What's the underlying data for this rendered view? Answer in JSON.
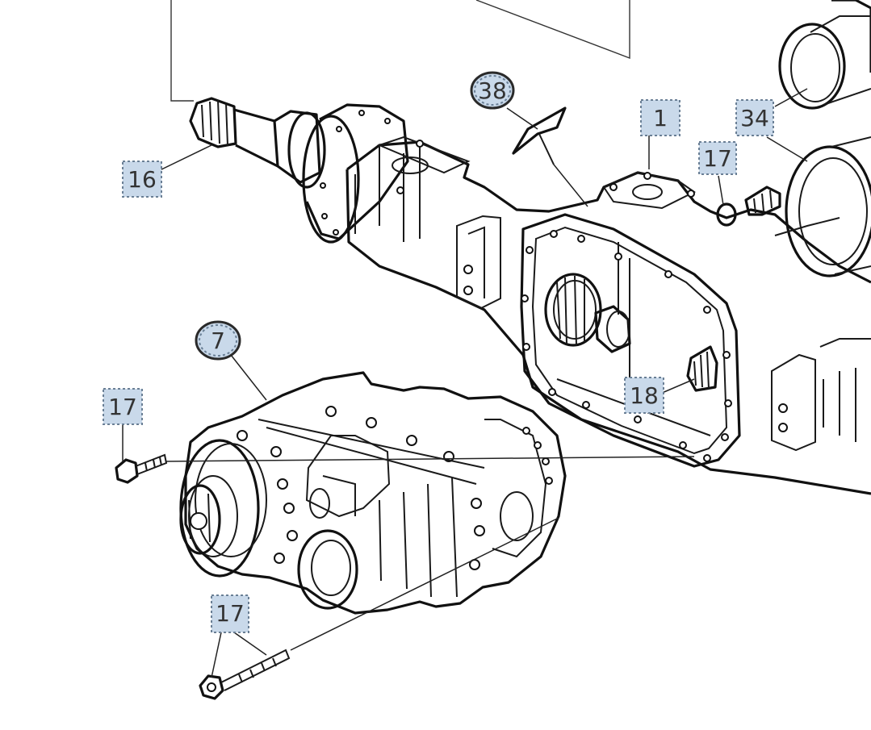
{
  "diagram": {
    "callouts": [
      {
        "id": "c16",
        "label": "16",
        "shape": "square"
      },
      {
        "id": "c38",
        "label": "38",
        "shape": "circle"
      },
      {
        "id": "c1",
        "label": "1",
        "shape": "square"
      },
      {
        "id": "c17a",
        "label": "17",
        "shape": "square"
      },
      {
        "id": "c34",
        "label": "34",
        "shape": "square"
      },
      {
        "id": "c7",
        "label": "7",
        "shape": "circle"
      },
      {
        "id": "c17b",
        "label": "17",
        "shape": "square"
      },
      {
        "id": "c18",
        "label": "18",
        "shape": "square"
      },
      {
        "id": "c17c",
        "label": "17",
        "shape": "square"
      }
    ],
    "colors": {
      "callout_fill": "#c9d9ea",
      "callout_border": "#6a7f95",
      "line": "#111111",
      "background": "#ffffff"
    }
  }
}
